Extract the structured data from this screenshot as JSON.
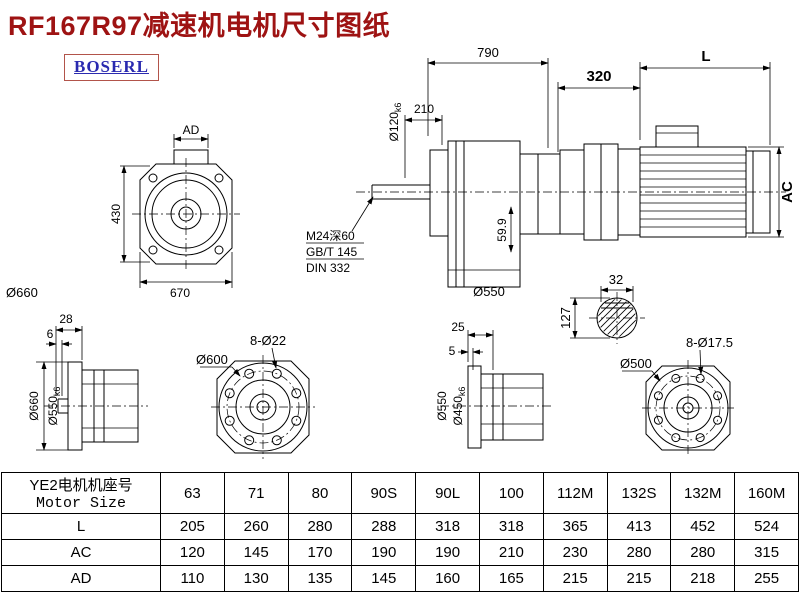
{
  "page": {
    "title": "RF167R97减速机电机尺寸图纸",
    "brand": "BOSERL"
  },
  "colors": {
    "title": "#9e1313",
    "brand_text": "#2a2ab0",
    "brand_border": "#b2544a",
    "line": "#000000"
  },
  "labels": {
    "front": {
      "ad": "AD",
      "h430": "430",
      "w670": "670",
      "d660": "Ø660"
    },
    "gearbox": {
      "w790": "790",
      "w210": "210",
      "shaft_main": "Ø120",
      "shaft_sub": "k6",
      "thread": "M24深60",
      "std1": "GB/T 145",
      "std2": "DIN 332",
      "h599": "59.9",
      "d550": "Ø550"
    },
    "motor": {
      "w320": "320",
      "len": "L",
      "ac": "AC",
      "key32": "32",
      "h127": "127"
    },
    "bottom_left": {
      "w28": "28",
      "w6": "6",
      "d660": "Ø660",
      "spigot_main": "Ø550",
      "spigot_sub": "k6"
    },
    "flange600": {
      "d600": "Ø600",
      "holes": "8-Ø22"
    },
    "bottom_mid": {
      "w25": "25",
      "w5": "5",
      "d550": "Ø550",
      "spigot_main": "Ø450",
      "spigot_sub": "k6"
    },
    "flange500": {
      "d500": "Ø500",
      "holes": "8-Ø17.5"
    }
  },
  "table": {
    "header_cn": "YE2电机机座号",
    "header_en": "Motor Size",
    "sizes": [
      "63",
      "71",
      "80",
      "90S",
      "90L",
      "100",
      "112M",
      "132S",
      "132M",
      "160M"
    ],
    "rows": [
      {
        "label": "L",
        "values": [
          "205",
          "260",
          "280",
          "288",
          "318",
          "318",
          "365",
          "413",
          "452",
          "524"
        ]
      },
      {
        "label": "AC",
        "values": [
          "120",
          "145",
          "170",
          "190",
          "190",
          "210",
          "230",
          "280",
          "280",
          "315"
        ]
      },
      {
        "label": "AD",
        "values": [
          "110",
          "130",
          "135",
          "145",
          "160",
          "165",
          "215",
          "215",
          "218",
          "255"
        ]
      }
    ]
  }
}
